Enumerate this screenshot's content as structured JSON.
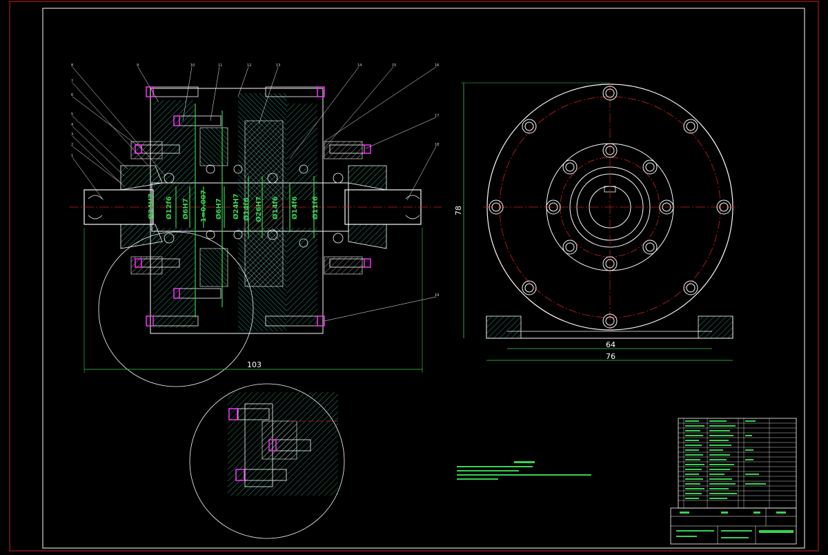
{
  "drawing": {
    "dimensions": {
      "overall_width": "103",
      "height": "78",
      "base_inner": "64",
      "base_outer": "76"
    },
    "shaft_labels": [
      "Ø24H7",
      "Ø12f6",
      "Ø6H7",
      "1=0.007",
      "Ø6H7",
      "Ø24H7",
      "Ø14f6",
      "Ø26H7",
      "Ø14f6",
      "Ø14f6",
      "Ø11f6"
    ]
  }
}
